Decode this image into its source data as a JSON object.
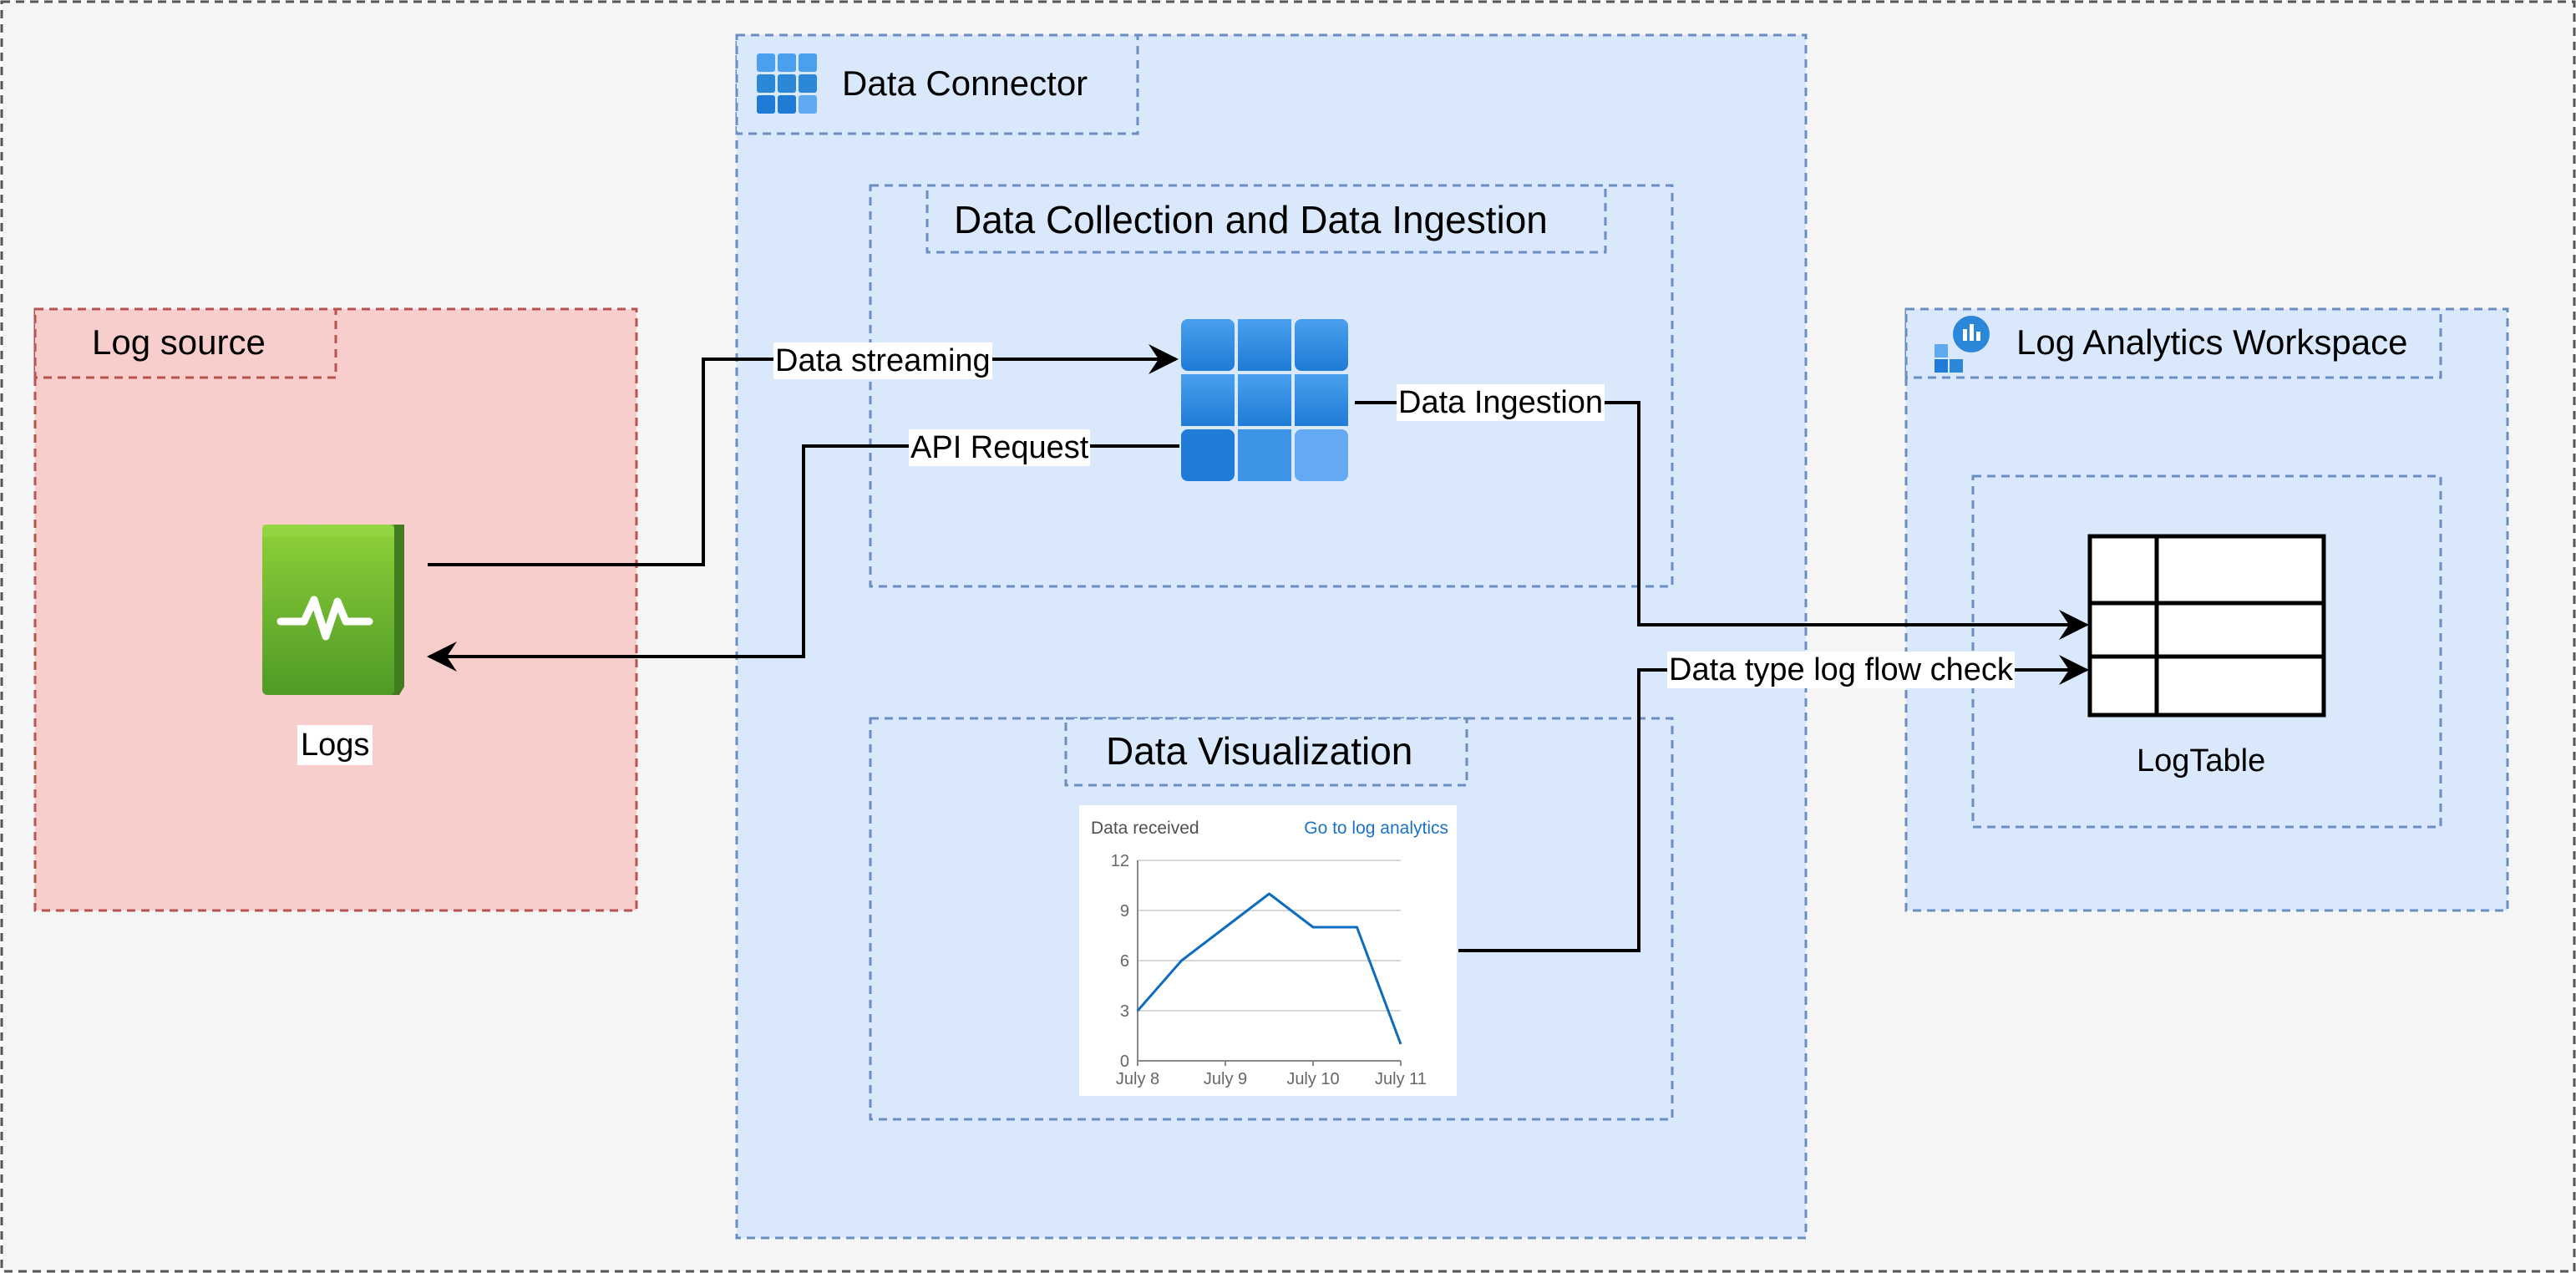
{
  "log_source": {
    "title": "Log source",
    "item_label": "Logs",
    "icon": "health-book-icon"
  },
  "data_connector": {
    "title": "Data Connector",
    "icon": "grid-icon",
    "collection": {
      "title": "Data Collection and Data Ingestion"
    },
    "visualization": {
      "title": "Data Visualization",
      "card": {
        "title": "Data received",
        "link": "Go to log analytics",
        "chart_data": {
          "type": "line",
          "title": "Data received",
          "xlabel": "",
          "ylabel": "",
          "x_ticks": [
            "July 8",
            "July 9",
            "July 10",
            "July 11"
          ],
          "y_ticks": [
            "0",
            "3",
            "6",
            "9",
            "12"
          ],
          "ylim": [
            0,
            12
          ],
          "x": [
            0,
            0.5,
            1.0,
            1.5,
            2.0,
            2.5,
            3.0
          ],
          "series": [
            {
              "values": [
                3,
                6,
                8,
                10,
                8,
                8,
                1
              ]
            }
          ],
          "grid": true,
          "color": "#0f6cbd"
        }
      }
    }
  },
  "workspace": {
    "title": "Log Analytics Workspace",
    "icon": "log-analytics-icon",
    "table_label": "LogTable"
  },
  "edges": {
    "streaming": "Data streaming",
    "api": "API Request",
    "ingestion": "Data Ingestion",
    "flow_check": "Data type log flow check"
  },
  "colors": {
    "background": "#f5f5f5",
    "log_source_fill": "#f8cecc",
    "log_source_stroke": "#b85450",
    "container_fill": "#dae8fc",
    "container_stroke": "#6c8ebf",
    "icon_blue": "#2b88d8",
    "book_green": "#5ea82b"
  }
}
